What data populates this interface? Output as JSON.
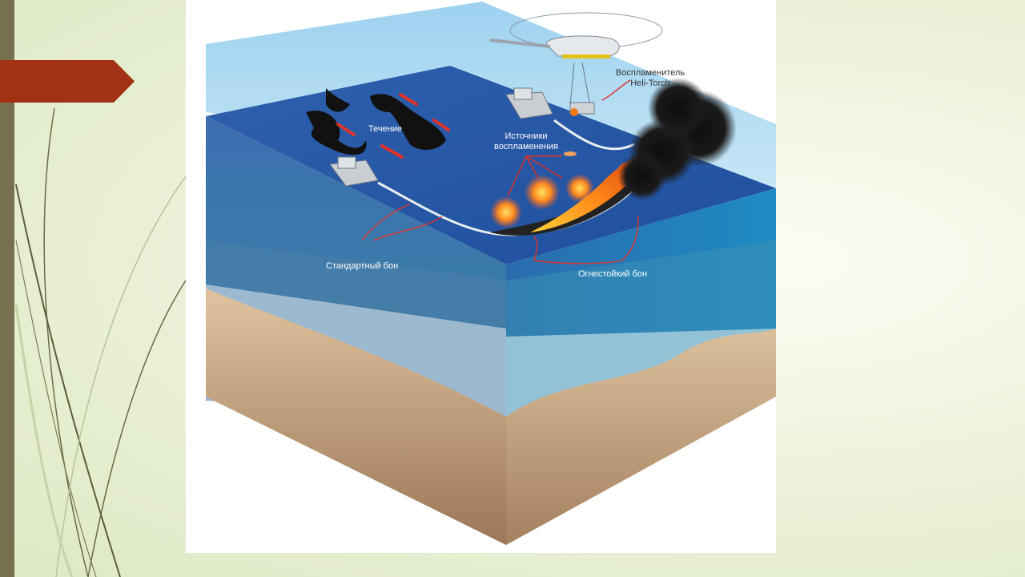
{
  "labels": {
    "current": "Течение",
    "ignition_sources_line1": "Источники",
    "ignition_sources_line2": "воспламенения",
    "igniter_line1": "Воспламенитель",
    "igniter_line2": "Heli-Torch",
    "standard_boom": "Стандартный бон",
    "fireproof_boom": "Огнестойкий бон"
  },
  "colors": {
    "accent_tag": "#a33113",
    "side_bar": "#77704f",
    "sea_surface": "#2f66b0",
    "sand": "#d8bb96",
    "arrows": "#e0322a"
  }
}
